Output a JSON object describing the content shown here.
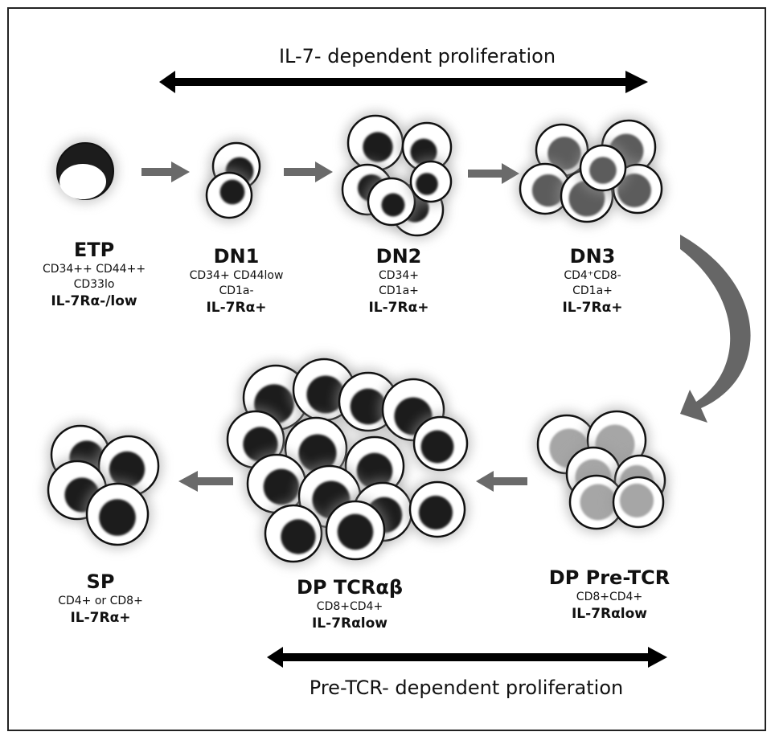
{
  "top_arrow": {
    "label": "IL-7- dependent proliferation"
  },
  "bottom_arrow": {
    "label": "Pre-TCR- dependent proliferation"
  },
  "stages": [
    {
      "id": "etp",
      "name": "ETP",
      "markers": [
        "CD34++ CD44++",
        "CD33lo"
      ],
      "receptor": "IL-7Rα-/low"
    },
    {
      "id": "dn1",
      "name": "DN1",
      "markers": [
        "CD34+ CD44low",
        "CD1a-"
      ],
      "receptor": "IL-7Rα+"
    },
    {
      "id": "dn2",
      "name": "DN2",
      "markers": [
        "CD34+",
        "CD1a+"
      ],
      "receptor": "IL-7Rα+"
    },
    {
      "id": "dn3",
      "name": "DN3",
      "markers": [
        "CD4⁺CD8-",
        "CD1a+"
      ],
      "receptor": "IL-7Rα+"
    },
    {
      "id": "dp_pretcr",
      "name": "DP Pre-TCR",
      "markers": [
        "CD8+CD4+"
      ],
      "receptor": "IL-7Rαlow"
    },
    {
      "id": "dp_tcrab",
      "name": "DP TCRαβ",
      "markers": [
        "CD8+CD4+"
      ],
      "receptor": "IL-7Rαlow"
    },
    {
      "id": "sp",
      "name": "SP",
      "markers": [
        "CD4+ or CD8+"
      ],
      "receptor": "IL-7Rα+"
    }
  ],
  "colors": {
    "arrow_dark": "#000000",
    "arrow_gray": "#6a6a6a",
    "cell_outline": "#111111",
    "nucleus_dark": "#1c1c1c",
    "nucleus_mid": "#5c5c5c",
    "nucleus_light": "#a6a6a6"
  }
}
